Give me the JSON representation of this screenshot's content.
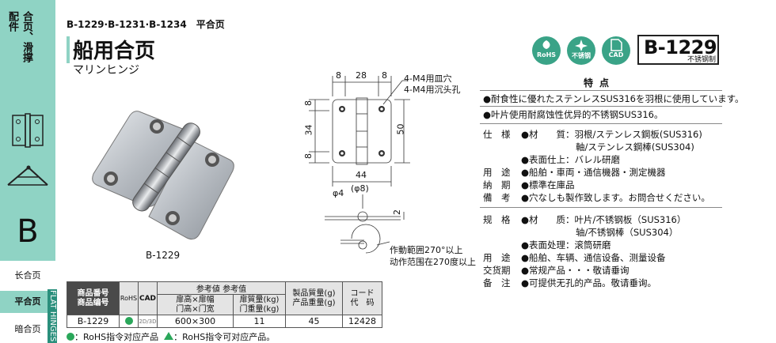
{
  "sidebar": {
    "category_line1": "配件",
    "category_line2": "合页、滑撑",
    "letter": "B",
    "menu": [
      "长合页",
      "平合页",
      "暗合页"
    ],
    "vertical_label": "FLAT HINGES"
  },
  "breadcrumb": "B-1229·B-1231·B-1234　平合页",
  "title": "船用合页",
  "subtitle": "マリンヒンジ",
  "badges": [
    {
      "icon": "rohs-icon",
      "text": "RoHS"
    },
    {
      "icon": "sparkle-icon",
      "text": "不锈钢"
    },
    {
      "icon": "cad-file-icon",
      "text": "CAD"
    }
  ],
  "model": {
    "code": "B-1229",
    "sub": "不锈钢制"
  },
  "product_label": "B-1229",
  "diagram": {
    "dim_top": [
      "8",
      "28",
      "8"
    ],
    "hole_note_1": "4-M4用皿穴",
    "hole_note_2": "4-M4用沉头孔",
    "dim_left": [
      "8",
      "34",
      "8"
    ],
    "dim_right": "50",
    "dim_bottom": "44",
    "phi_outer": "φ4",
    "phi_inner": "(φ8)",
    "dim_side": "2",
    "range_jp": "作動範囲270°以上",
    "range_cn": "动作范围在270度以上"
  },
  "features": {
    "title": "特点",
    "items": [
      "●耐食性に優れたステンレスSUS316を羽根に使用しています。",
      "●叶片使用耐腐蚀性优异的不锈钢SUS316。"
    ]
  },
  "spec_jp": [
    {
      "label": "仕　様",
      "value": "●材　　質：羽根/ステンレス鋼板(SUS316)"
    },
    {
      "label": "",
      "value": "　　　　　　軸/ステンレス鋼棒(SUS304)"
    },
    {
      "label": "",
      "value": "●表面仕上：バレル研磨"
    },
    {
      "label": "用　途",
      "value": "●船舶・車両・通信機器・測定機器"
    },
    {
      "label": "納　期",
      "value": "●標準在庫品"
    },
    {
      "label": "備　考",
      "value": "●穴なしも製作致します。お問合せください。"
    }
  ],
  "spec_cn": [
    {
      "label": "规　格",
      "value": "●材　　质：叶片/不锈钢板（SUS316）"
    },
    {
      "label": "",
      "value": "　　　　　　轴/不锈钢棒（SUS304）"
    },
    {
      "label": "",
      "value": "●表面处理：滚筒研磨"
    },
    {
      "label": "用　途",
      "value": "●船舶、车辆、通信设备、测量设备"
    },
    {
      "label": "交货期",
      "value": "●常规产品・・・敬请垂询"
    },
    {
      "label": "备　注",
      "value": "●可提供无孔的产品。敬请垂询。"
    }
  ],
  "table": {
    "h_code_jp": "商品番号",
    "h_code_cn": "商品编号",
    "h_rohs": "RoHS",
    "h_cad": "CAD",
    "h_ref": "参考値 参考值",
    "h_size_jp": "扉高×扉幅",
    "h_size_cn": "门高×门宽",
    "h_weight_jp": "扉質量(kg)",
    "h_weight_cn": "门重量(kg)",
    "h_mass_jp": "製品質量(g)",
    "h_mass_cn": "产品重量(g)",
    "h_order_jp": "コード",
    "h_order_cn": "代　码",
    "rows": [
      {
        "code": "B-1229",
        "cad": "2D/3D",
        "size": "600×300",
        "weight": "11",
        "mass": "45",
        "order": "12428"
      }
    ]
  },
  "footnote_1": "：RoHS指令对应产品",
  "footnote_2": "：RoHS指令可对应产品。",
  "colors": {
    "accent": "#8fd3c4",
    "badge": "#3aa387"
  }
}
